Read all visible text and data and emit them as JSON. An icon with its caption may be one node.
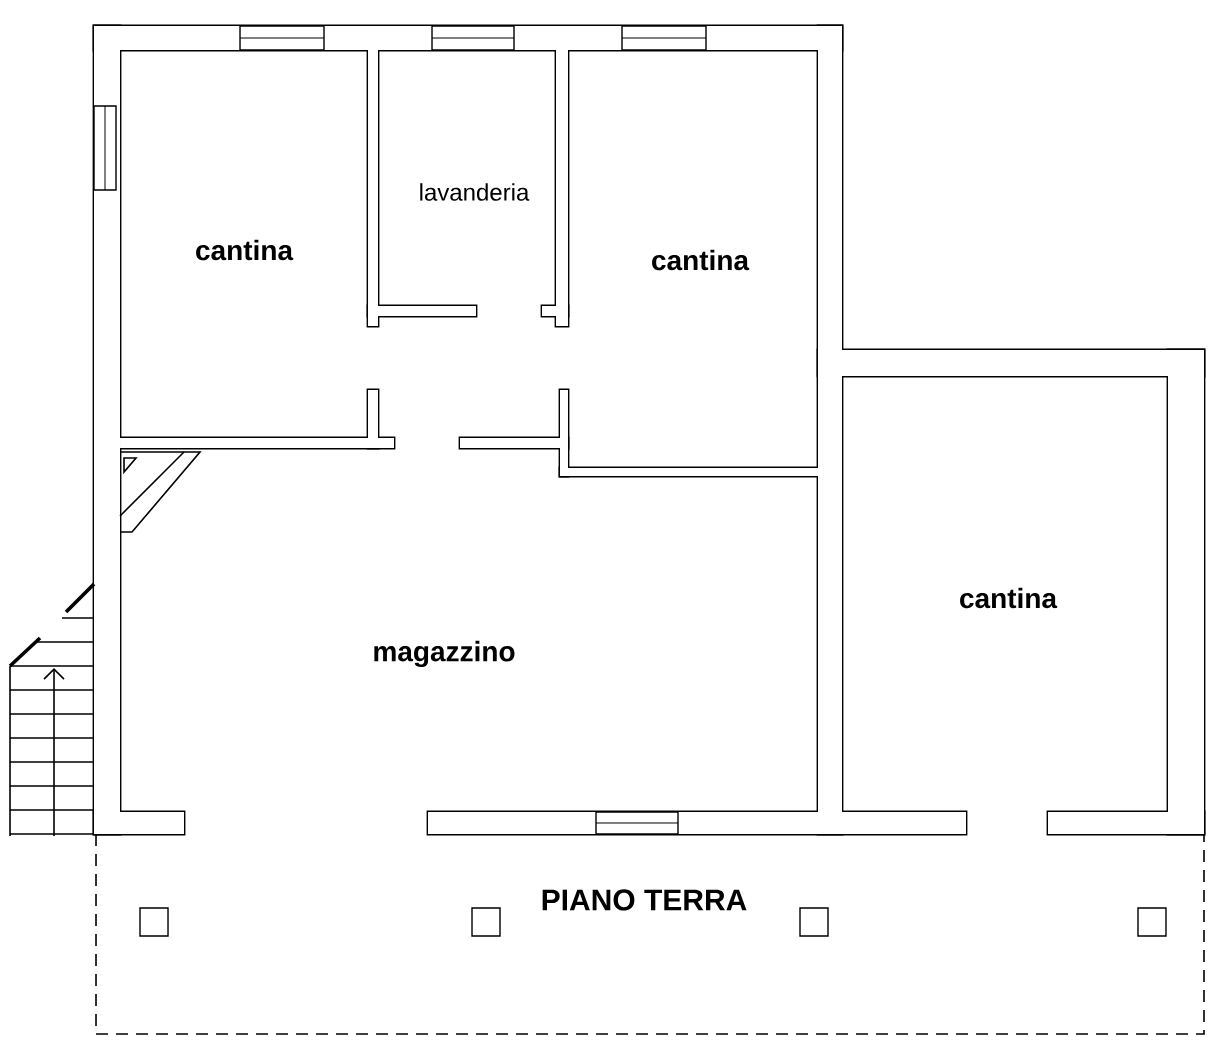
{
  "diagram": {
    "labels": [
      "lavanderia",
      "cantina",
      "cantina",
      "cantina",
      "magazzino",
      "PIANO TERRA"
    ]
  }
}
